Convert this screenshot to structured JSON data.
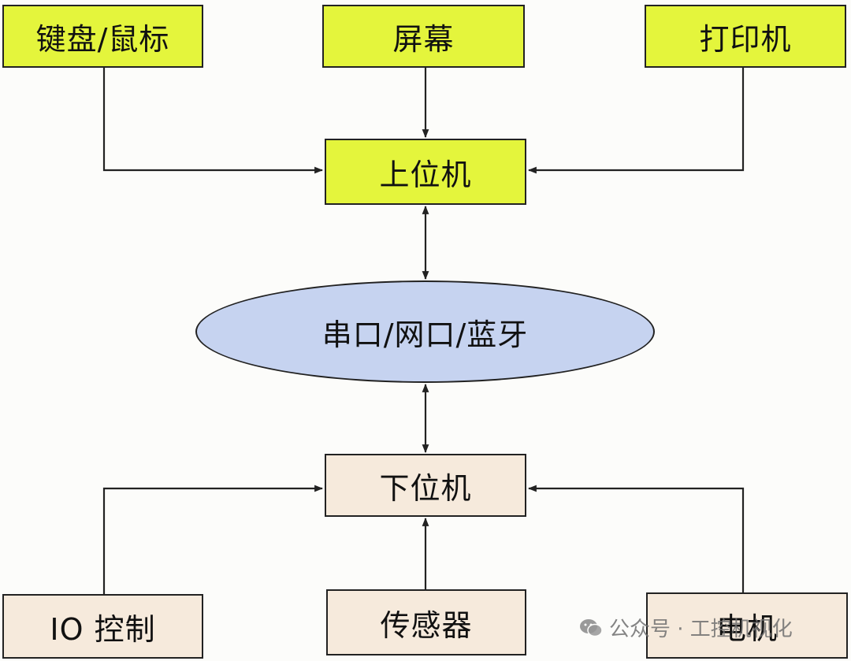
{
  "nodes": {
    "keyboard_mouse": "键盘/鼠标",
    "screen": "屏幕",
    "printer": "打印机",
    "host_computer": "上位机",
    "link": "串口/网口/蓝牙",
    "slave_computer": "下位机",
    "io_control": "IO 控制",
    "sensor": "传感器",
    "motor": "电机"
  },
  "colors": {
    "upper_box": "#e4f53c",
    "lower_box": "#f6eadc",
    "link_ellipse": "#c6d3f0",
    "lines": "#222222"
  },
  "watermark": {
    "text": "公众号 · 工控机视化",
    "icon": "wechat-icon"
  }
}
